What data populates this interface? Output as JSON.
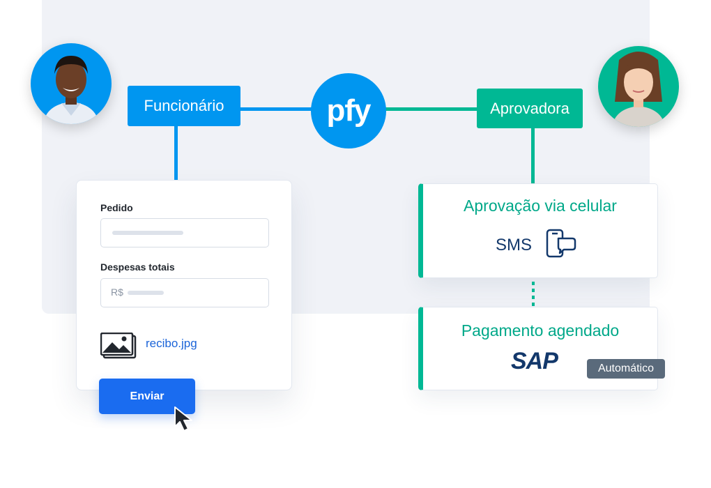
{
  "logo": {
    "text": "pfy"
  },
  "roles": {
    "employee": "Funcionário",
    "approver": "Aprovadora"
  },
  "form": {
    "order_label": "Pedido",
    "total_label": "Despesas totais",
    "currency_prefix": "R$",
    "attachment_name": "recibo.jpg",
    "submit_label": "Enviar"
  },
  "approval": {
    "title": "Aprovação via celular",
    "method": "SMS"
  },
  "payment": {
    "title": "Pagamento agendado",
    "system": "SAP",
    "badge": "Automático"
  },
  "colors": {
    "blue": "#0096f0",
    "green": "#00b894",
    "button": "#1a6cf0",
    "navy": "#13386b"
  }
}
